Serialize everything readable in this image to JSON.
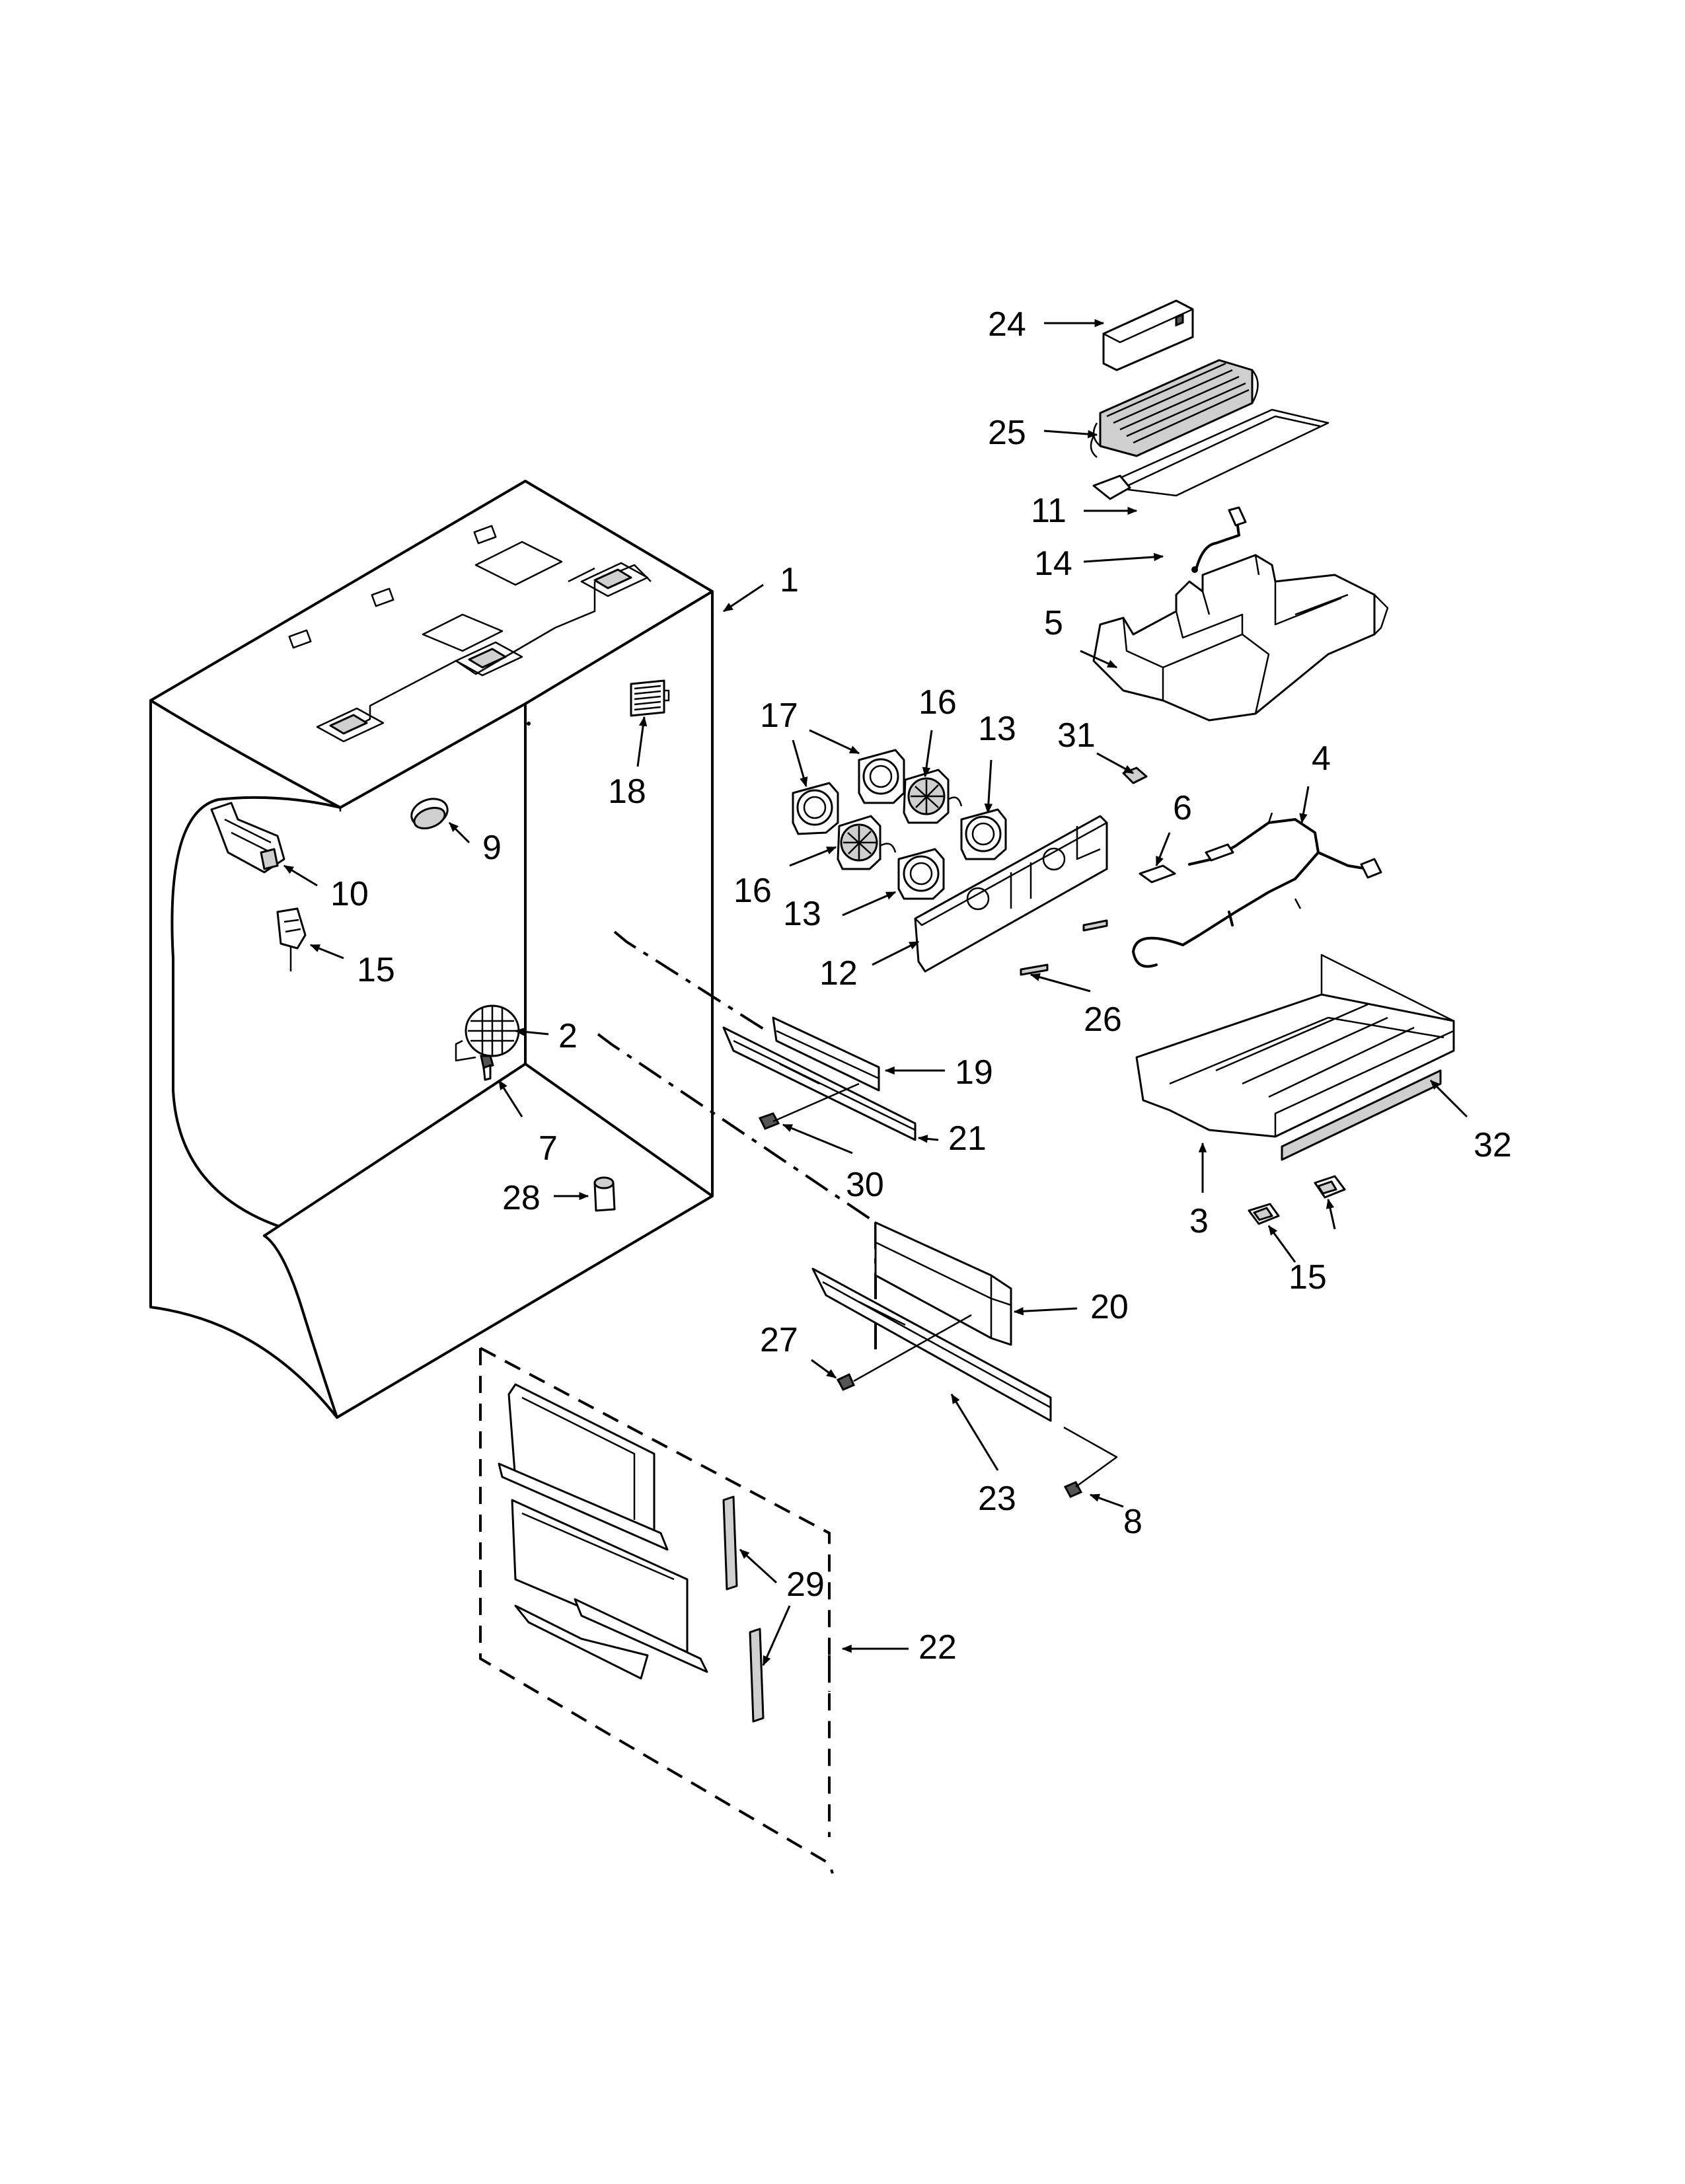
{
  "diagram": {
    "callouts": [
      {
        "id": "1",
        "label": "1"
      },
      {
        "id": "2",
        "label": "2"
      },
      {
        "id": "3",
        "label": "3"
      },
      {
        "id": "4",
        "label": "4"
      },
      {
        "id": "5",
        "label": "5"
      },
      {
        "id": "6",
        "label": "6"
      },
      {
        "id": "7",
        "label": "7"
      },
      {
        "id": "8",
        "label": "8"
      },
      {
        "id": "9",
        "label": "9"
      },
      {
        "id": "10",
        "label": "10"
      },
      {
        "id": "11",
        "label": "11"
      },
      {
        "id": "12",
        "label": "12"
      },
      {
        "id": "13a",
        "label": "13"
      },
      {
        "id": "13b",
        "label": "13"
      },
      {
        "id": "14",
        "label": "14"
      },
      {
        "id": "15a",
        "label": "15"
      },
      {
        "id": "15b",
        "label": "15"
      },
      {
        "id": "16a",
        "label": "16"
      },
      {
        "id": "16b",
        "label": "16"
      },
      {
        "id": "17",
        "label": "17"
      },
      {
        "id": "18",
        "label": "18"
      },
      {
        "id": "19",
        "label": "19"
      },
      {
        "id": "20",
        "label": "20"
      },
      {
        "id": "21",
        "label": "21"
      },
      {
        "id": "22",
        "label": "22"
      },
      {
        "id": "23",
        "label": "23"
      },
      {
        "id": "24",
        "label": "24"
      },
      {
        "id": "25",
        "label": "25"
      },
      {
        "id": "26",
        "label": "26"
      },
      {
        "id": "27",
        "label": "27"
      },
      {
        "id": "28",
        "label": "28"
      },
      {
        "id": "29",
        "label": "29"
      },
      {
        "id": "30",
        "label": "30"
      },
      {
        "id": "31",
        "label": "31"
      },
      {
        "id": "32",
        "label": "32"
      }
    ]
  }
}
